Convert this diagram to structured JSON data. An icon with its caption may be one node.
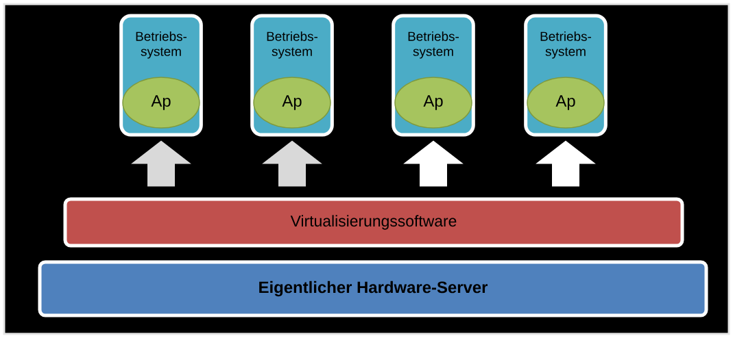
{
  "diagram": {
    "nodes": [
      {
        "text": [
          "Betriebs- system"
        ]
      },
      {
        "text": [
          "Ap"
        ],
        "in": 0
      },
      {
        "text": [
          "Betriebs- system"
        ]
      },
      {
        "text": [
          "Ap"
        ],
        "in": 2
      },
      {
        "text": [
          "Betriebs- system"
        ]
      },
      {
        "text": [
          "Ap"
        ],
        "in": 4
      },
      {
        "text": [
          "Betriebs- system"
        ]
      },
      {
        "text": [
          "Ap"
        ],
        "in": 6
      },
      {
        "text": [
          "Virtualisierungssoftware"
        ]
      },
      {
        "text": [
          "**Eigentlicher Hardware-Server**"
        ]
      }
    ],
    "edges": [
      {
        "from": 8,
        "to": 0,
        "arrow": "to",
        "color": "#d9d9d9"
      },
      {
        "from": 8,
        "to": 2,
        "arrow": "to",
        "color": "#d9d9d9"
      },
      {
        "from": 8,
        "to": 4,
        "arrow": "to",
        "color": "#ffffff"
      },
      {
        "from": 8,
        "to": 6,
        "arrow": "to",
        "color": "#ffffff"
      }
    ]
  }
}
